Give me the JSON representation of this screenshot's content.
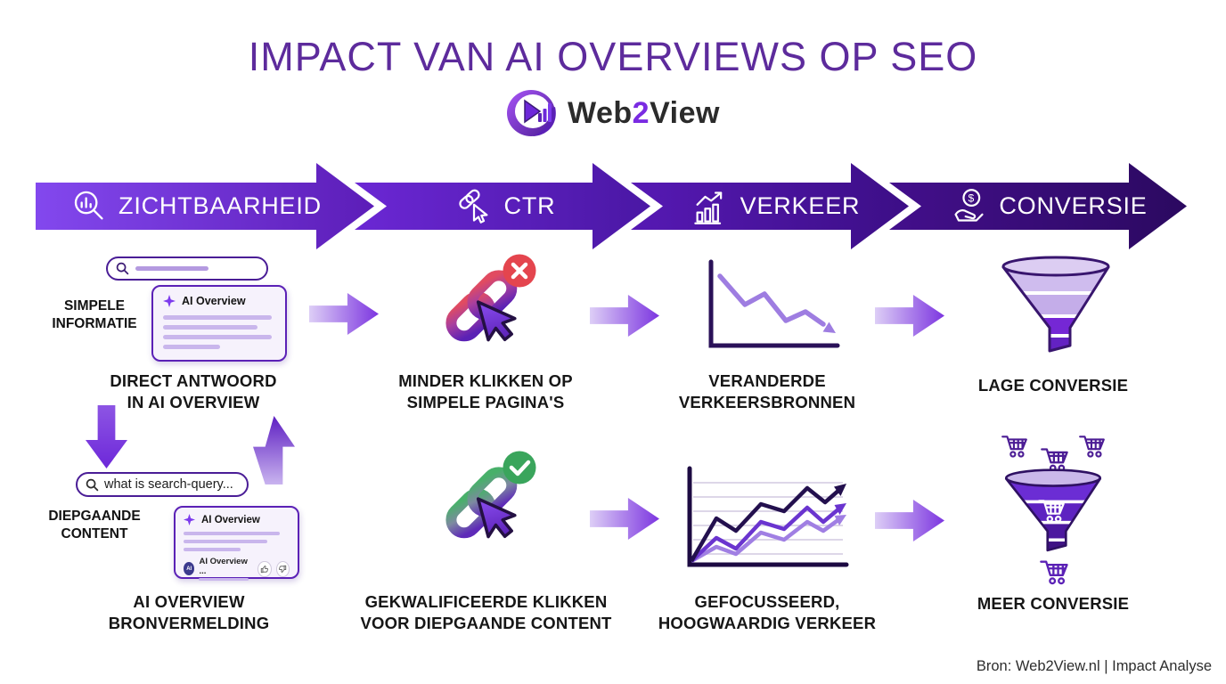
{
  "title": "IMPACT VAN AI OVERVIEWS OP SEO",
  "logo": {
    "web": "Web",
    "two": "2",
    "view": "View"
  },
  "banner": {
    "stages": [
      {
        "label": "ZICHTBAARHEID",
        "icon": "magnifier-bars-icon"
      },
      {
        "label": "CTR",
        "icon": "link-cursor-icon"
      },
      {
        "label": "VERKEER",
        "icon": "growth-chart-icon"
      },
      {
        "label": "CONVERSIE",
        "icon": "coin-hand-icon"
      }
    ]
  },
  "zichtbaarheid": {
    "row1": {
      "side_label_l1": "SIMPELE",
      "side_label_l2": "INFORMATIE",
      "ai_card_title": "AI Overview",
      "caption_l1": "DIRECT ANTWOORD",
      "caption_l2": "IN AI OVERVIEW"
    },
    "row2": {
      "search_query": "what is search-query...",
      "side_label_l1": "DIEPGAANDE",
      "side_label_l2": "CONTENT",
      "ai_card_title": "AI Overview",
      "ai_card_source": "AI Overview ...",
      "avatar_text": "AI",
      "caption_l1": "AI OVERVIEW",
      "caption_l2": "BRONVERMELDING"
    }
  },
  "ctr": {
    "row1": {
      "caption_l1": "MINDER KLIKKEN OP",
      "caption_l2": "SIMPELE PAGINA'S"
    },
    "row2": {
      "caption_l1": "GEKWALIFICEERDE KLIKKEN",
      "caption_l2": "VOOR DIEPGAANDE CONTENT"
    }
  },
  "verkeer": {
    "row1": {
      "caption_l1": "VERANDERDE",
      "caption_l2": "VERKEERSBRONNEN"
    },
    "row2": {
      "caption_l1": "GEFOCUSSEERD,",
      "caption_l2": "HOOGWAARDIG VERKEER"
    }
  },
  "conversie": {
    "row1": {
      "caption": "LAGE CONVERSIE"
    },
    "row2": {
      "caption": "MEER CONVERSIE"
    }
  },
  "coin_symbol": "$",
  "footer": "Bron: Web2View.nl | Impact Analyse",
  "colors": {
    "title_purple": "#5d2b9c",
    "banner_start": "#8348ee",
    "banner_end": "#2b0960",
    "accent_purple": "#7c3aed",
    "negative_red": "#e4454e",
    "positive_green": "#3aa55c",
    "light_line_purple": "#9e7de1"
  },
  "icons": {
    "magnifier": "magnifying-glass",
    "ai_sparkle": "four-point-star",
    "thumbs": [
      "thumb-up",
      "thumb-down"
    ],
    "cart": "shopping-cart",
    "cursor": "mouse-cursor",
    "link": "chain-link",
    "funnel": "conversion-funnel"
  }
}
